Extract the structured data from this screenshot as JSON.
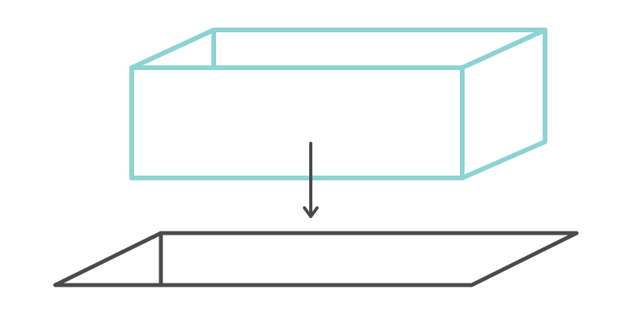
{
  "diagram": {
    "colors": {
      "background": "#ffffff",
      "box": "#8dd3d3",
      "base": "#4a4a4a",
      "arrow": "#4a4a4a"
    },
    "elements": {
      "box": "open-box-outline",
      "arrow": "down-arrow",
      "base": "base-parallelogram"
    }
  }
}
